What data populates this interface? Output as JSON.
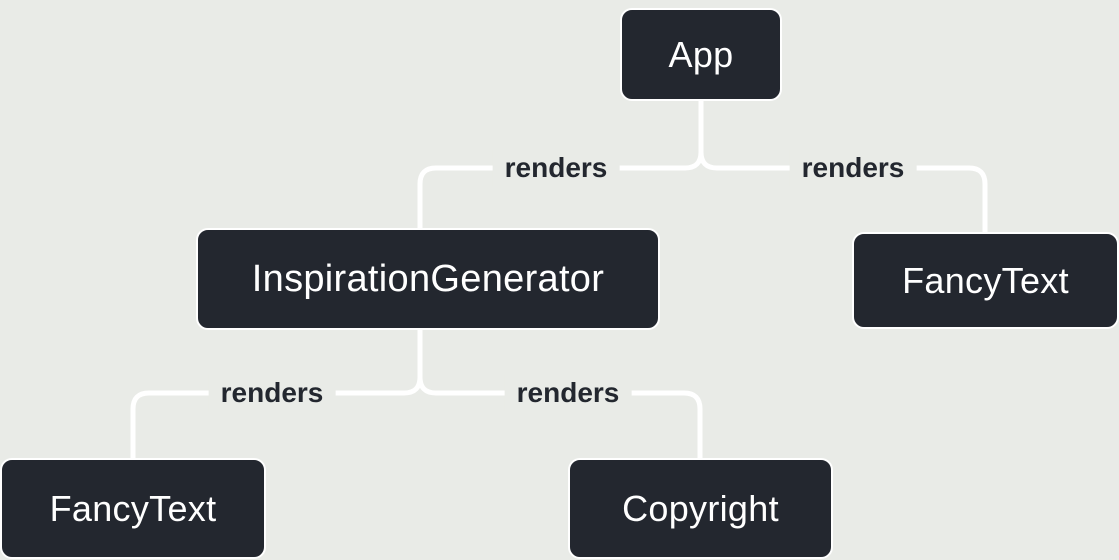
{
  "diagram": {
    "kind": "react-render-tree",
    "background_color": "#e9ebe7",
    "node_fill_color": "#23272f",
    "node_border_color": "#ffffff",
    "node_text_color": "#ffffff",
    "connector_color": "#ffffff",
    "edge_label_color": "#23272f",
    "nodes": [
      {
        "id": "app",
        "label": "App"
      },
      {
        "id": "inspiration-generator",
        "label": "InspirationGenerator"
      },
      {
        "id": "fancy-text-top-right",
        "label": "FancyText"
      },
      {
        "id": "fancy-text-bottom-left",
        "label": "FancyText"
      },
      {
        "id": "copyright",
        "label": "Copyright"
      }
    ],
    "edges": [
      {
        "from": "App",
        "to": "InspirationGenerator",
        "label": "renders"
      },
      {
        "from": "App",
        "to": "FancyText",
        "label": "renders"
      },
      {
        "from": "InspirationGenerator",
        "to": "FancyText",
        "label": "renders"
      },
      {
        "from": "InspirationGenerator",
        "to": "Copyright",
        "label": "renders"
      }
    ]
  }
}
